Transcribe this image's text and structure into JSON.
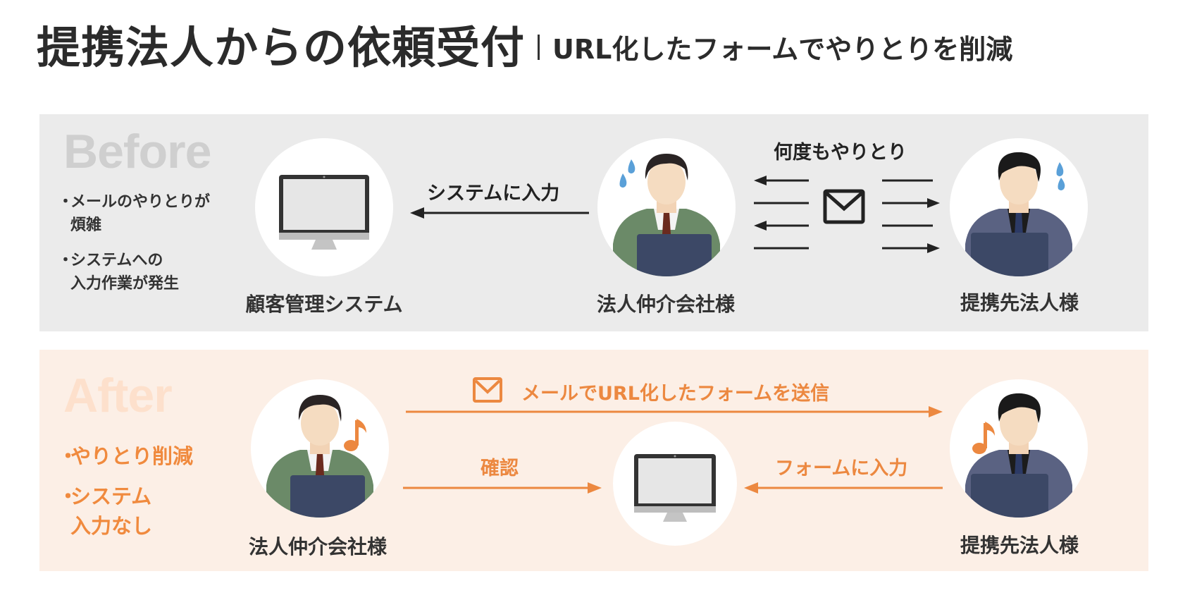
{
  "header": {
    "title": "提携法人からの依頼受付",
    "subtitle": "URL化したフォームでやりとりを削減"
  },
  "before": {
    "label": "Before",
    "bullets": [
      {
        "lines": [
          "メールのやりとりが",
          "煩雑"
        ]
      },
      {
        "lines": [
          "システムへの",
          "入力作業が発生"
        ]
      }
    ],
    "system_caption": "顧客管理システム",
    "input_label": "システムに入力",
    "broker_caption": "法人仲介会社様",
    "exchange_label": "何度もやりとり",
    "partner_caption": "提携先法人様"
  },
  "after": {
    "label": "After",
    "bullets": [
      {
        "lines": [
          "やりとり削減"
        ]
      },
      {
        "lines": [
          "システム",
          "入力なし"
        ]
      }
    ],
    "broker_caption": "法人仲介会社様",
    "send_label": "メールでURL化したフォームを送信",
    "confirm_label": "確認",
    "form_input_label": "フォームに入力",
    "partner_caption": "提携先法人様"
  },
  "colors": {
    "before_bg": "#ebebeb",
    "after_bg": "#fcefe6",
    "accent_orange": "#ec8840",
    "dark": "#222222"
  },
  "icons": {
    "monitor": "monitor-icon",
    "mail": "mail-icon",
    "person": "person-icon",
    "note": "music-note-icon",
    "sweat": "sweat-drop-icon"
  }
}
